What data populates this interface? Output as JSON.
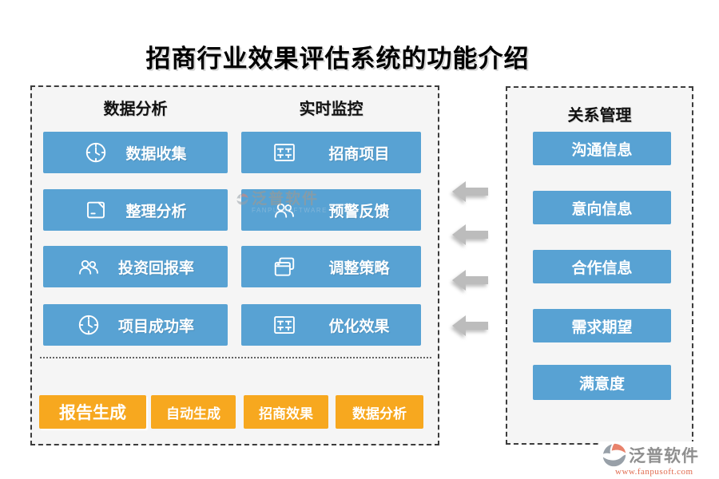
{
  "title": "招商行业效果评估系统的功能介绍",
  "colors": {
    "blue": "#58a2d3",
    "orange": "#f7a81f",
    "panel_bg": "#f5f5f5",
    "arrow": "#bcbcbc",
    "logo_text": "#8f8f8f",
    "logo_url": "#e06a4f"
  },
  "left_panel": {
    "columns": [
      {
        "header": "数据分析",
        "items": [
          {
            "label": "数据收集",
            "icon": "clock-icon"
          },
          {
            "label": "整理分析",
            "icon": "document-icon"
          },
          {
            "label": "投资回报率",
            "icon": "people-icon"
          },
          {
            "label": "项目成功率",
            "icon": "clock-icon"
          }
        ]
      },
      {
        "header": "实时监控",
        "items": [
          {
            "label": "招商项目",
            "icon": "checklist-icon"
          },
          {
            "label": "预警反馈",
            "icon": "people-icon"
          },
          {
            "label": "调整策略",
            "icon": "window-icon"
          },
          {
            "label": "优化效果",
            "icon": "checklist-icon"
          }
        ]
      }
    ],
    "footer_buttons": [
      {
        "label": "报告生成"
      },
      {
        "label": "自动生成"
      },
      {
        "label": "招商效果"
      },
      {
        "label": "数据分析"
      }
    ]
  },
  "right_panel": {
    "header": "关系管理",
    "items": [
      {
        "label": "沟通信息"
      },
      {
        "label": "意向信息"
      },
      {
        "label": "合作信息"
      },
      {
        "label": "需求期望"
      },
      {
        "label": "满意度"
      }
    ]
  },
  "arrows": {
    "direction": "left",
    "count": 4
  },
  "watermark": {
    "text": "泛普软件",
    "subtext": "FANPU SOFTWARE"
  },
  "logo": {
    "name": "泛普软件",
    "url": "www.fanpusoft.com"
  }
}
